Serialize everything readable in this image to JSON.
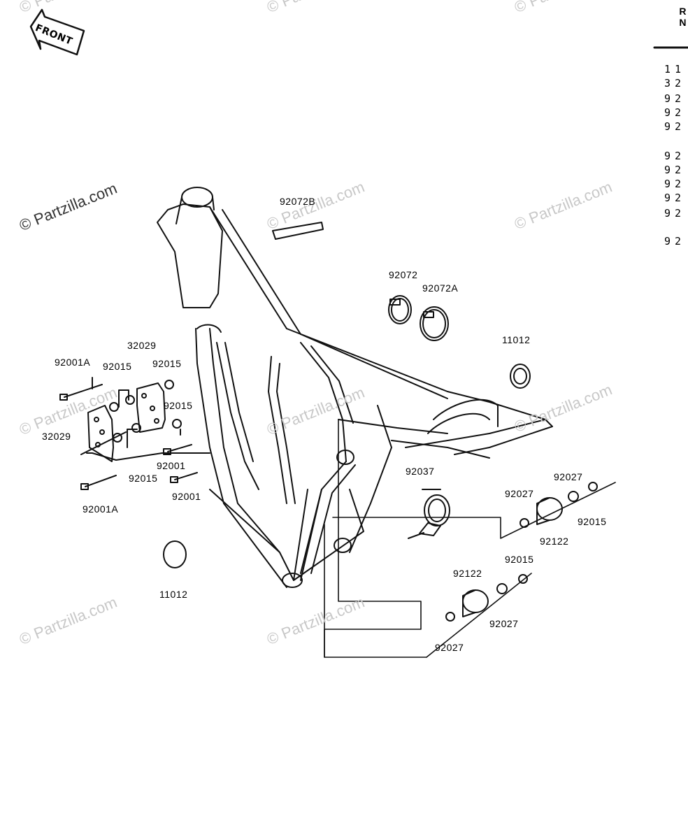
{
  "front_badge": {
    "text": "FRONT"
  },
  "watermark": {
    "main": "© Partzilla.com",
    "faint": [
      "© Partzilla.com",
      "© Partzilla.com",
      "© Partzilla.com",
      "© Partzilla.com",
      "© Partzilla.com",
      "© Partzilla.com",
      "© Partzilla.com",
      "© Partzilla.com",
      "© Partzilla.com",
      "© Partzilla.com"
    ]
  },
  "part_labels": [
    "92072B",
    "92072",
    "92072A",
    "11012",
    "32029",
    "92001A",
    "92015",
    "92015",
    "92015",
    "32029",
    "92001",
    "92015",
    "92001",
    "92001A",
    "92037",
    "92027",
    "92027",
    "92015",
    "92122",
    "11012",
    "92015",
    "92122",
    "92027",
    "92027"
  ],
  "right_list": {
    "header": [
      "R",
      "N"
    ],
    "codes": [
      "11",
      "32",
      "92",
      "92",
      "92",
      "92",
      "92",
      "92",
      "92",
      "92",
      "92"
    ]
  },
  "colors": {
    "line": "#111111",
    "watermark": "#c8c8c8"
  }
}
